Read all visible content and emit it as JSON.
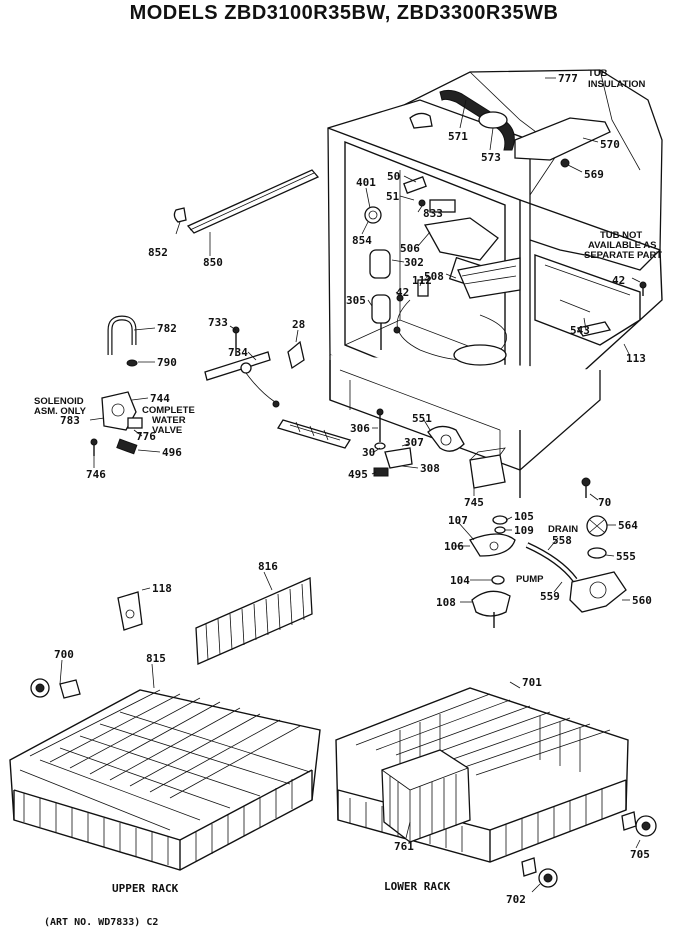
{
  "title": "MODELS ZBD3100R35BW, ZBD3300R35WB",
  "notes": {
    "tub_insulation": [
      "TUB",
      "INSULATION"
    ],
    "tub_not_available": [
      "TUB NOT",
      "AVAILABLE AS",
      "SEPARATE PART"
    ],
    "solenoid": [
      "SOLENOID",
      "ASM. ONLY"
    ],
    "complete_valve": [
      "COMPLETE",
      "WATER",
      "VALVE"
    ],
    "drain": "DRAIN",
    "pump": "PUMP"
  },
  "captions": {
    "upper_rack": "UPPER RACK",
    "lower_rack": "LOWER RACK",
    "art_no": "(ART NO. WD7833) C2"
  },
  "part_labels": [
    {
      "id": "777",
      "text": "777"
    },
    {
      "id": "571",
      "text": "571"
    },
    {
      "id": "573",
      "text": "573"
    },
    {
      "id": "570",
      "text": "570"
    },
    {
      "id": "569",
      "text": "569"
    },
    {
      "id": "50",
      "text": "50"
    },
    {
      "id": "401",
      "text": "401"
    },
    {
      "id": "51",
      "text": "51"
    },
    {
      "id": "833",
      "text": "833"
    },
    {
      "id": "854",
      "text": "854"
    },
    {
      "id": "506",
      "text": "506"
    },
    {
      "id": "302",
      "text": "302"
    },
    {
      "id": "508",
      "text": "508"
    },
    {
      "id": "112",
      "text": "112"
    },
    {
      "id": "42a",
      "text": "42"
    },
    {
      "id": "42b",
      "text": "42"
    },
    {
      "id": "305",
      "text": "305"
    },
    {
      "id": "543",
      "text": "543"
    },
    {
      "id": "113",
      "text": "113"
    },
    {
      "id": "852",
      "text": "852"
    },
    {
      "id": "850",
      "text": "850"
    },
    {
      "id": "782",
      "text": "782"
    },
    {
      "id": "790",
      "text": "790"
    },
    {
      "id": "733",
      "text": "733"
    },
    {
      "id": "734",
      "text": "734"
    },
    {
      "id": "28",
      "text": "28"
    },
    {
      "id": "744",
      "text": "744"
    },
    {
      "id": "783",
      "text": "783"
    },
    {
      "id": "776",
      "text": "776"
    },
    {
      "id": "496",
      "text": "496"
    },
    {
      "id": "746",
      "text": "746"
    },
    {
      "id": "306",
      "text": "306"
    },
    {
      "id": "551",
      "text": "551"
    },
    {
      "id": "307",
      "text": "307"
    },
    {
      "id": "30",
      "text": "30"
    },
    {
      "id": "308",
      "text": "308"
    },
    {
      "id": "495",
      "text": "495"
    },
    {
      "id": "745",
      "text": "745"
    },
    {
      "id": "70",
      "text": "70"
    },
    {
      "id": "105",
      "text": "105"
    },
    {
      "id": "107",
      "text": "107"
    },
    {
      "id": "109",
      "text": "109"
    },
    {
      "id": "106",
      "text": "106"
    },
    {
      "id": "558",
      "text": "558"
    },
    {
      "id": "564",
      "text": "564"
    },
    {
      "id": "555",
      "text": "555"
    },
    {
      "id": "104",
      "text": "104"
    },
    {
      "id": "559",
      "text": "559"
    },
    {
      "id": "108",
      "text": "108"
    },
    {
      "id": "560",
      "text": "560"
    },
    {
      "id": "118",
      "text": "118"
    },
    {
      "id": "816",
      "text": "816"
    },
    {
      "id": "700",
      "text": "700"
    },
    {
      "id": "815",
      "text": "815"
    },
    {
      "id": "701",
      "text": "701"
    },
    {
      "id": "761",
      "text": "761"
    },
    {
      "id": "705",
      "text": "705"
    },
    {
      "id": "702",
      "text": "702"
    }
  ]
}
